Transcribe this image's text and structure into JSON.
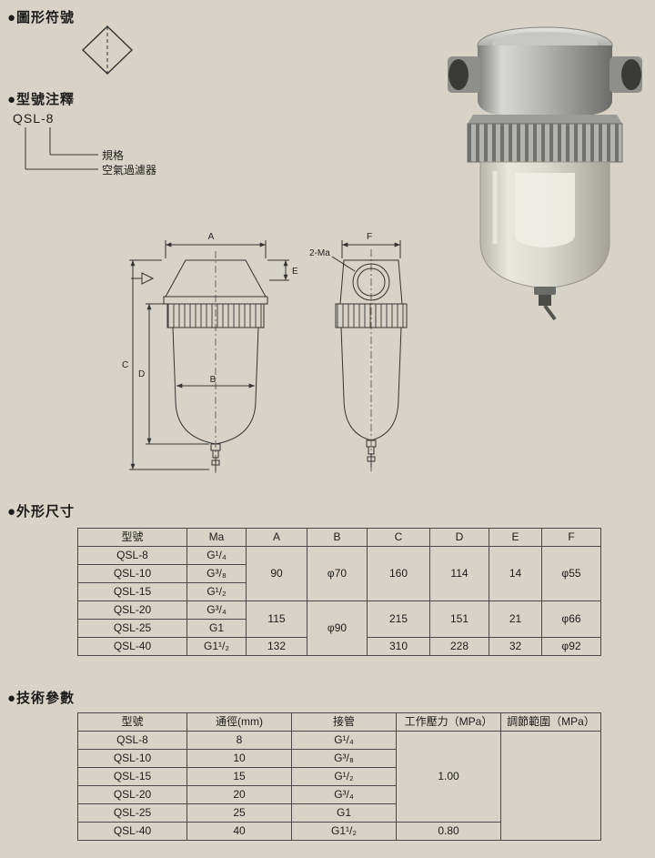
{
  "colors": {
    "page_bg": "#d8d3c6",
    "line": "#333333",
    "text": "#1c1c1c"
  },
  "headings": {
    "symbol": "●圖形符號",
    "model": "●型號注釋",
    "dimensions": "●外形尺寸",
    "params": "●技術參數"
  },
  "model_note": {
    "code": "QSL-8",
    "spec_label": "規格",
    "filter_label": "空氣過濾器"
  },
  "drawing_labels": {
    "a": "A",
    "b": "B",
    "c": "C",
    "d": "D",
    "e": "E",
    "f": "F",
    "ma": "2-Ma"
  },
  "dim_table": {
    "headers": [
      "型號",
      "Ma",
      "A",
      "B",
      "C",
      "D",
      "E",
      "F"
    ],
    "rows": {
      "r1": {
        "model": "QSL-8",
        "ma": "G¹/₄",
        "a": "90",
        "b": "φ70",
        "c": "160",
        "d": "114",
        "e": "14",
        "f": "φ55"
      },
      "r2": {
        "model": "QSL-10",
        "ma": "G³/₈"
      },
      "r3": {
        "model": "QSL-15",
        "ma": "G¹/₂"
      },
      "r4": {
        "model": "QSL-20",
        "ma": "G³/₄",
        "a": "115",
        "b": "φ90",
        "c": "215",
        "d": "151",
        "e": "21",
        "f": "φ66"
      },
      "r5": {
        "model": "QSL-25",
        "ma": "G1"
      },
      "r6": {
        "model": "QSL-40",
        "ma": "G1¹/₂",
        "a": "132",
        "c": "310",
        "d": "228",
        "e": "32",
        "f": "φ92"
      }
    }
  },
  "param_table": {
    "headers": [
      "型號",
      "通徑(mm)",
      "接管",
      "工作壓力（MPa）",
      "調節範圍（MPa）"
    ],
    "rows": {
      "r1": {
        "model": "QSL-8",
        "bore": "8",
        "pipe": "G¹/₄"
      },
      "r2": {
        "model": "QSL-10",
        "bore": "10",
        "pipe": "G³/₈"
      },
      "r3": {
        "model": "QSL-15",
        "bore": "15",
        "pipe": "G¹/₂"
      },
      "r4": {
        "model": "QSL-20",
        "bore": "20",
        "pipe": "G³/₄"
      },
      "r5": {
        "model": "QSL-25",
        "bore": "25",
        "pipe": "G1"
      },
      "r6": {
        "model": "QSL-40",
        "bore": "40",
        "pipe": "G1¹/₂"
      }
    },
    "pressure_high": "1.00",
    "pressure_low": "0.80",
    "range_value": ""
  }
}
